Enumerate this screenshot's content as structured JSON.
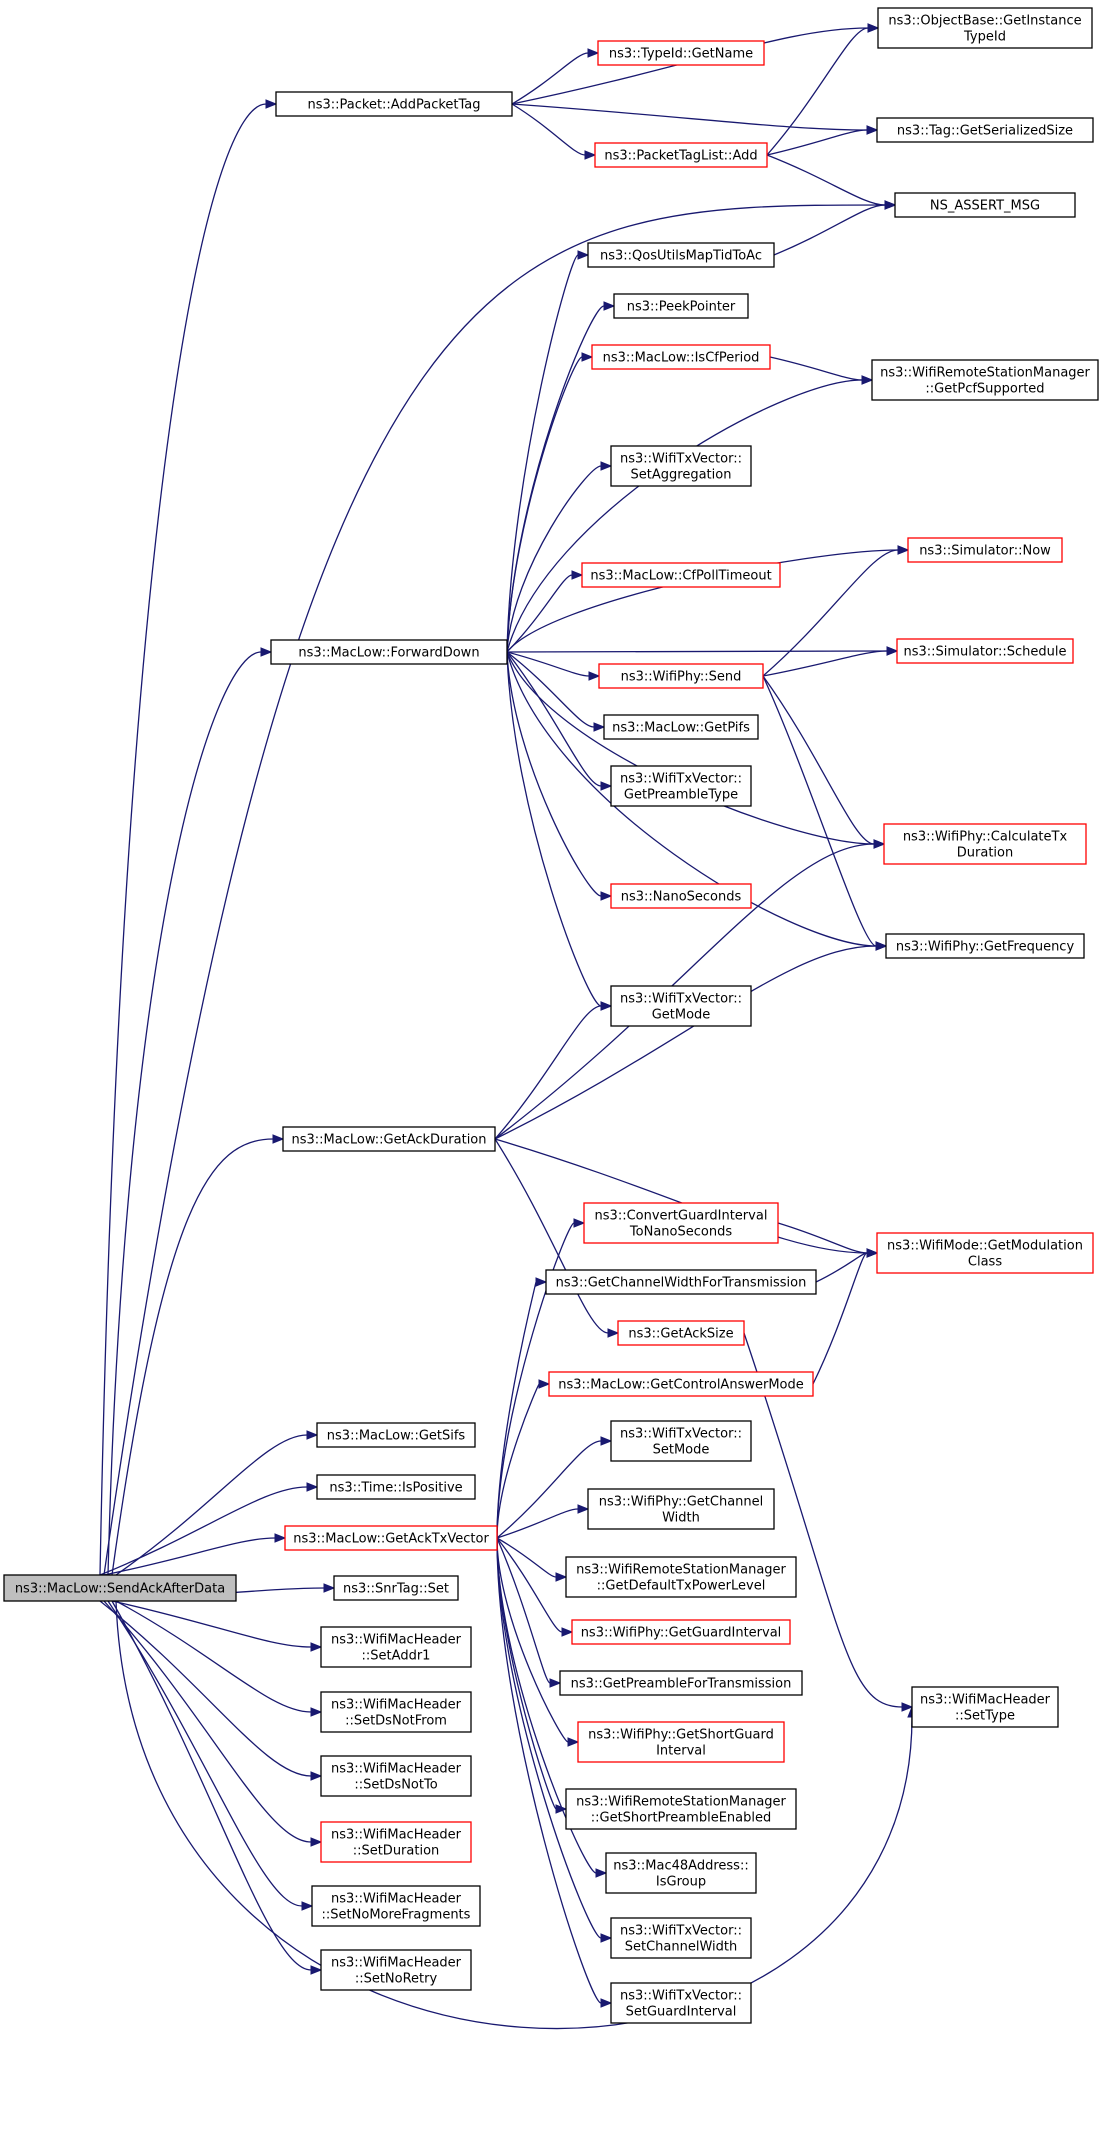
{
  "colors": {
    "edge": "#191970",
    "node_border_normal": "#000000",
    "node_border_truncated": "#ff0000",
    "node_fill": "#ffffff",
    "root_fill": "#bfbfbf"
  },
  "nodes": [
    {
      "id": "n0",
      "lines": [
        "ns3::MacLow::SendAckAfterData"
      ],
      "style": "root"
    },
    {
      "id": "n1",
      "lines": [
        "ns3::Packet::AddPacketTag"
      ],
      "style": "normal"
    },
    {
      "id": "n2",
      "lines": [
        "ns3::ObjectBase::GetInstance",
        "TypeId"
      ],
      "style": "normal"
    },
    {
      "id": "n3",
      "lines": [
        "ns3::TypeId::GetName"
      ],
      "style": "truncated"
    },
    {
      "id": "n4",
      "lines": [
        "ns3::PacketTagList::Add"
      ],
      "style": "truncated"
    },
    {
      "id": "n5",
      "lines": [
        "ns3::Tag::GetSerializedSize"
      ],
      "style": "normal"
    },
    {
      "id": "n6",
      "lines": [
        "NS_ASSERT_MSG"
      ],
      "style": "normal"
    },
    {
      "id": "n7",
      "lines": [
        "ns3::MacLow::ForwardDown"
      ],
      "style": "normal"
    },
    {
      "id": "n8",
      "lines": [
        "ns3::QosUtilsMapTidToAc"
      ],
      "style": "normal"
    },
    {
      "id": "n9",
      "lines": [
        "ns3::PeekPointer"
      ],
      "style": "normal"
    },
    {
      "id": "n10",
      "lines": [
        "ns3::MacLow::IsCfPeriod"
      ],
      "style": "truncated"
    },
    {
      "id": "n11",
      "lines": [
        "ns3::WifiRemoteStationManager",
        "::GetPcfSupported"
      ],
      "style": "normal"
    },
    {
      "id": "n12",
      "lines": [
        "ns3::WifiTxVector::",
        "SetAggregation"
      ],
      "style": "normal"
    },
    {
      "id": "n13",
      "lines": [
        "ns3::Simulator::Now"
      ],
      "style": "truncated"
    },
    {
      "id": "n14",
      "lines": [
        "ns3::MacLow::CfPollTimeout"
      ],
      "style": "truncated"
    },
    {
      "id": "n15",
      "lines": [
        "ns3::WifiPhy::Send"
      ],
      "style": "truncated"
    },
    {
      "id": "n16",
      "lines": [
        "ns3::Simulator::Schedule"
      ],
      "style": "truncated"
    },
    {
      "id": "n17",
      "lines": [
        "ns3::MacLow::GetPifs"
      ],
      "style": "normal"
    },
    {
      "id": "n18",
      "lines": [
        "ns3::WifiTxVector::",
        "GetPreambleType"
      ],
      "style": "normal"
    },
    {
      "id": "n19",
      "lines": [
        "ns3::WifiPhy::CalculateTx",
        "Duration"
      ],
      "style": "truncated"
    },
    {
      "id": "n20",
      "lines": [
        "ns3::NanoSeconds"
      ],
      "style": "truncated"
    },
    {
      "id": "n21",
      "lines": [
        "ns3::WifiPhy::GetFrequency"
      ],
      "style": "normal"
    },
    {
      "id": "n22",
      "lines": [
        "ns3::WifiTxVector::",
        "GetMode"
      ],
      "style": "normal"
    },
    {
      "id": "n23",
      "lines": [
        "ns3::MacLow::GetAckDuration"
      ],
      "style": "normal"
    },
    {
      "id": "n24",
      "lines": [
        "ns3::ConvertGuardInterval",
        "ToNanoSeconds"
      ],
      "style": "truncated"
    },
    {
      "id": "n25",
      "lines": [
        "ns3::WifiMode::GetModulation",
        "Class"
      ],
      "style": "truncated"
    },
    {
      "id": "n26",
      "lines": [
        "ns3::GetChannelWidthForTransmission"
      ],
      "style": "normal"
    },
    {
      "id": "n27",
      "lines": [
        "ns3::GetAckSize"
      ],
      "style": "truncated"
    },
    {
      "id": "n28",
      "lines": [
        "ns3::MacLow::GetControlAnswerMode"
      ],
      "style": "truncated"
    },
    {
      "id": "n29",
      "lines": [
        "ns3::WifiTxVector::",
        "SetMode"
      ],
      "style": "normal"
    },
    {
      "id": "n30",
      "lines": [
        "ns3::MacLow::GetSifs"
      ],
      "style": "normal"
    },
    {
      "id": "n31",
      "lines": [
        "ns3::Time::IsPositive"
      ],
      "style": "normal"
    },
    {
      "id": "n32",
      "lines": [
        "ns3::WifiPhy::GetChannel",
        "Width"
      ],
      "style": "normal"
    },
    {
      "id": "n33",
      "lines": [
        "ns3::MacLow::GetAckTxVector"
      ],
      "style": "truncated"
    },
    {
      "id": "n34",
      "lines": [
        "ns3::WifiRemoteStationManager",
        "::GetDefaultTxPowerLevel"
      ],
      "style": "normal"
    },
    {
      "id": "n35",
      "lines": [
        "ns3::SnrTag::Set"
      ],
      "style": "normal"
    },
    {
      "id": "n36",
      "lines": [
        "ns3::WifiPhy::GetGuardInterval"
      ],
      "style": "truncated"
    },
    {
      "id": "n37",
      "lines": [
        "ns3::WifiMacHeader",
        "::SetAddr1"
      ],
      "style": "normal"
    },
    {
      "id": "n38",
      "lines": [
        "ns3::GetPreambleForTransmission"
      ],
      "style": "normal"
    },
    {
      "id": "n39",
      "lines": [
        "ns3::WifiMacHeader",
        "::SetType"
      ],
      "style": "normal"
    },
    {
      "id": "n40",
      "lines": [
        "ns3::WifiMacHeader",
        "::SetDsNotFrom"
      ],
      "style": "normal"
    },
    {
      "id": "n41",
      "lines": [
        "ns3::WifiPhy::GetShortGuard",
        "Interval"
      ],
      "style": "truncated"
    },
    {
      "id": "n42",
      "lines": [
        "ns3::WifiMacHeader",
        "::SetDsNotTo"
      ],
      "style": "normal"
    },
    {
      "id": "n43",
      "lines": [
        "ns3::WifiRemoteStationManager",
        "::GetShortPreambleEnabled"
      ],
      "style": "normal"
    },
    {
      "id": "n44",
      "lines": [
        "ns3::WifiMacHeader",
        "::SetDuration"
      ],
      "style": "truncated"
    },
    {
      "id": "n45",
      "lines": [
        "ns3::Mac48Address::",
        "IsGroup"
      ],
      "style": "normal"
    },
    {
      "id": "n46",
      "lines": [
        "ns3::WifiMacHeader",
        "::SetNoMoreFragments"
      ],
      "style": "normal"
    },
    {
      "id": "n47",
      "lines": [
        "ns3::WifiTxVector::",
        "SetChannelWidth"
      ],
      "style": "normal"
    },
    {
      "id": "n48",
      "lines": [
        "ns3::WifiMacHeader",
        "::SetNoRetry"
      ],
      "style": "normal"
    },
    {
      "id": "n49",
      "lines": [
        "ns3::WifiTxVector::",
        "SetGuardInterval"
      ],
      "style": "normal"
    }
  ],
  "edges": [
    [
      "n0",
      "n1"
    ],
    [
      "n0",
      "n6"
    ],
    [
      "n0",
      "n7"
    ],
    [
      "n0",
      "n23"
    ],
    [
      "n0",
      "n30"
    ],
    [
      "n0",
      "n31"
    ],
    [
      "n0",
      "n33"
    ],
    [
      "n0",
      "n35"
    ],
    [
      "n0",
      "n37"
    ],
    [
      "n0",
      "n40"
    ],
    [
      "n0",
      "n42"
    ],
    [
      "n0",
      "n44"
    ],
    [
      "n0",
      "n46"
    ],
    [
      "n0",
      "n48"
    ],
    [
      "n0",
      "n39"
    ],
    [
      "n1",
      "n2"
    ],
    [
      "n1",
      "n3"
    ],
    [
      "n1",
      "n4"
    ],
    [
      "n1",
      "n5"
    ],
    [
      "n4",
      "n2"
    ],
    [
      "n4",
      "n5"
    ],
    [
      "n4",
      "n6"
    ],
    [
      "n8",
      "n6"
    ],
    [
      "n10",
      "n11"
    ],
    [
      "n7",
      "n8"
    ],
    [
      "n7",
      "n9"
    ],
    [
      "n7",
      "n10"
    ],
    [
      "n7",
      "n11"
    ],
    [
      "n7",
      "n12"
    ],
    [
      "n7",
      "n13"
    ],
    [
      "n7",
      "n14"
    ],
    [
      "n7",
      "n16"
    ],
    [
      "n7",
      "n15"
    ],
    [
      "n7",
      "n17"
    ],
    [
      "n7",
      "n18"
    ],
    [
      "n7",
      "n19"
    ],
    [
      "n7",
      "n20"
    ],
    [
      "n7",
      "n21"
    ],
    [
      "n7",
      "n22"
    ],
    [
      "n15",
      "n13"
    ],
    [
      "n15",
      "n16"
    ],
    [
      "n15",
      "n19"
    ],
    [
      "n15",
      "n21"
    ],
    [
      "n23",
      "n22"
    ],
    [
      "n23",
      "n19"
    ],
    [
      "n23",
      "n21"
    ],
    [
      "n23",
      "n25"
    ],
    [
      "n23",
      "n27"
    ],
    [
      "n24",
      "n25"
    ],
    [
      "n26",
      "n25"
    ],
    [
      "n27",
      "n39"
    ],
    [
      "n28",
      "n25"
    ],
    [
      "n33",
      "n24"
    ],
    [
      "n33",
      "n26"
    ],
    [
      "n33",
      "n28"
    ],
    [
      "n33",
      "n29"
    ],
    [
      "n33",
      "n32"
    ],
    [
      "n33",
      "n34"
    ],
    [
      "n33",
      "n36"
    ],
    [
      "n33",
      "n38"
    ],
    [
      "n33",
      "n41"
    ],
    [
      "n33",
      "n43"
    ],
    [
      "n33",
      "n45"
    ],
    [
      "n33",
      "n47"
    ],
    [
      "n33",
      "n49"
    ]
  ]
}
